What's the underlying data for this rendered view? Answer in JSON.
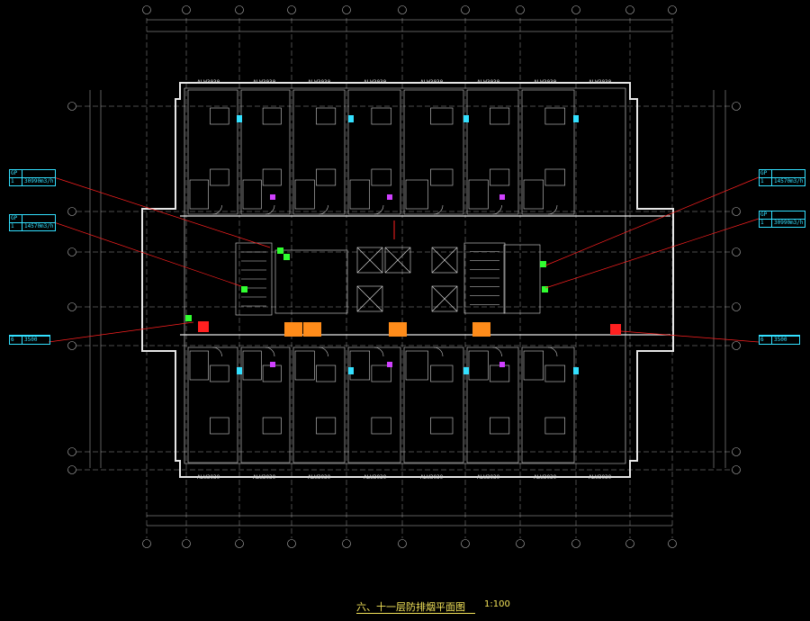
{
  "drawing": {
    "title": "六、十一层防排烟平面图",
    "scale": "1:100",
    "window_code": "ALW3030"
  },
  "callouts": {
    "left_top": {
      "header": "",
      "r1c1": "GP",
      "r1c2": "",
      "r2c1": "1",
      "r2c2": "30990m3/h",
      "foot": ""
    },
    "left_mid": {
      "header": "",
      "r1c1": "GP",
      "r1c2": "",
      "r2c1": "1",
      "r2c2": "14570m3/h",
      "foot": ""
    },
    "left_bot": {
      "r1c1": "",
      "r1c2": "",
      "r2c1": "6",
      "r2c2": "3500"
    },
    "right_top": {
      "header": "",
      "r1c1": "GP",
      "r1c2": "",
      "r2c1": "1",
      "r2c2": "14570m3/h",
      "foot": ""
    },
    "right_mid": {
      "header": "",
      "r1c1": "GP",
      "r1c2": "",
      "r2c1": "1",
      "r2c2": "30990m3/h",
      "foot": ""
    },
    "right_bot": {
      "r1c1": "",
      "r1c2": "",
      "r2c1": "6",
      "r2c2": "3500"
    }
  },
  "colors": {
    "grid": "#d0d0d0",
    "walls": "#e8e8e8",
    "cyan": "#33e0ff",
    "red": "#ff2020",
    "orange": "#ff8c1a",
    "yellow": "#f4e45a",
    "magenta": "#d040ff",
    "green": "#30ff30"
  }
}
